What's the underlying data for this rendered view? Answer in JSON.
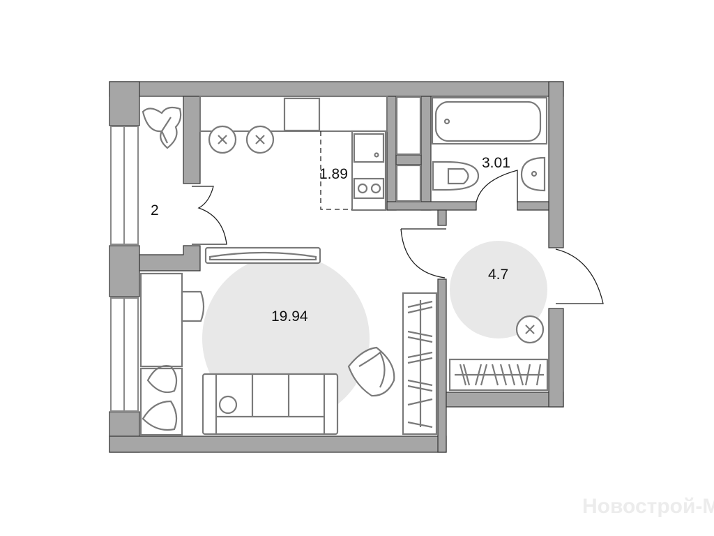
{
  "rooms": [
    {
      "name": "entrance-balcony",
      "area": "2"
    },
    {
      "name": "kitchen",
      "area": "1.89"
    },
    {
      "name": "bathroom",
      "area": "3.01"
    },
    {
      "name": "hallway",
      "area": "4.7"
    },
    {
      "name": "living-room",
      "area": "19.94"
    }
  ],
  "watermark": "Новострой-М",
  "colors": {
    "wall": "#a6a6a6",
    "zone": "#e8e8e8",
    "furniture": "#7a7a7a"
  }
}
